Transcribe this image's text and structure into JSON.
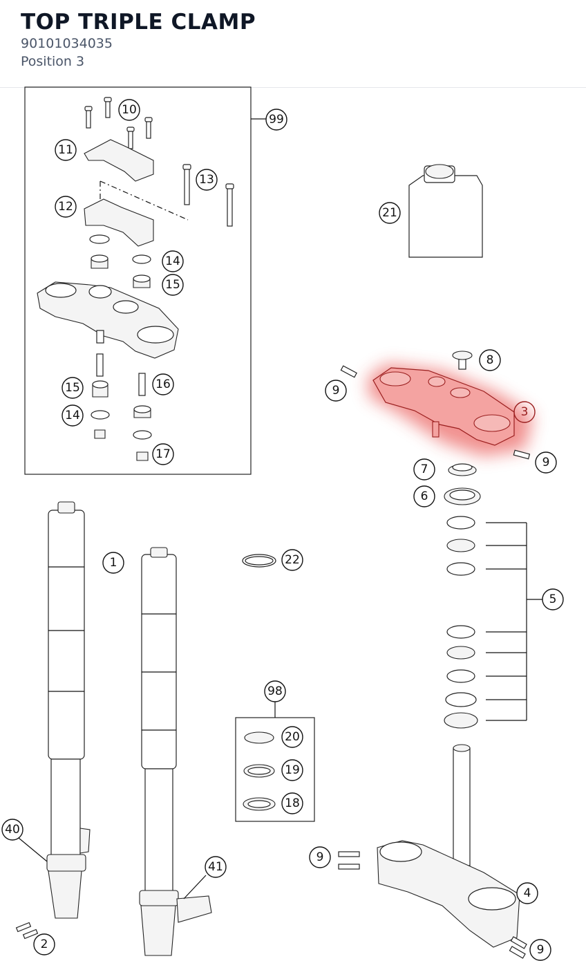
{
  "header": {
    "title": "TOP TRIPLE CLAMP",
    "part_number": "90101034035",
    "position": "Position 3"
  },
  "colors": {
    "highlight": "#e53935",
    "title": "#0f1726",
    "subtitle": "#4a5568"
  },
  "callouts": {
    "c1": "1",
    "c2": "2",
    "c3": "3",
    "c4": "4",
    "c5": "5",
    "c6": "6",
    "c7": "7",
    "c8": "8",
    "c9a": "9",
    "c9b": "9",
    "c9c": "9",
    "c9d": "9",
    "c10": "10",
    "c11": "11",
    "c12": "12",
    "c13": "13",
    "c14a": "14",
    "c14b": "14",
    "c15a": "15",
    "c15b": "15",
    "c16": "16",
    "c17": "17",
    "c18": "18",
    "c19": "19",
    "c20": "20",
    "c21": "21",
    "c22": "22",
    "c40": "40",
    "c41": "41",
    "c98": "98",
    "c99": "99"
  },
  "highlighted_part": "3"
}
